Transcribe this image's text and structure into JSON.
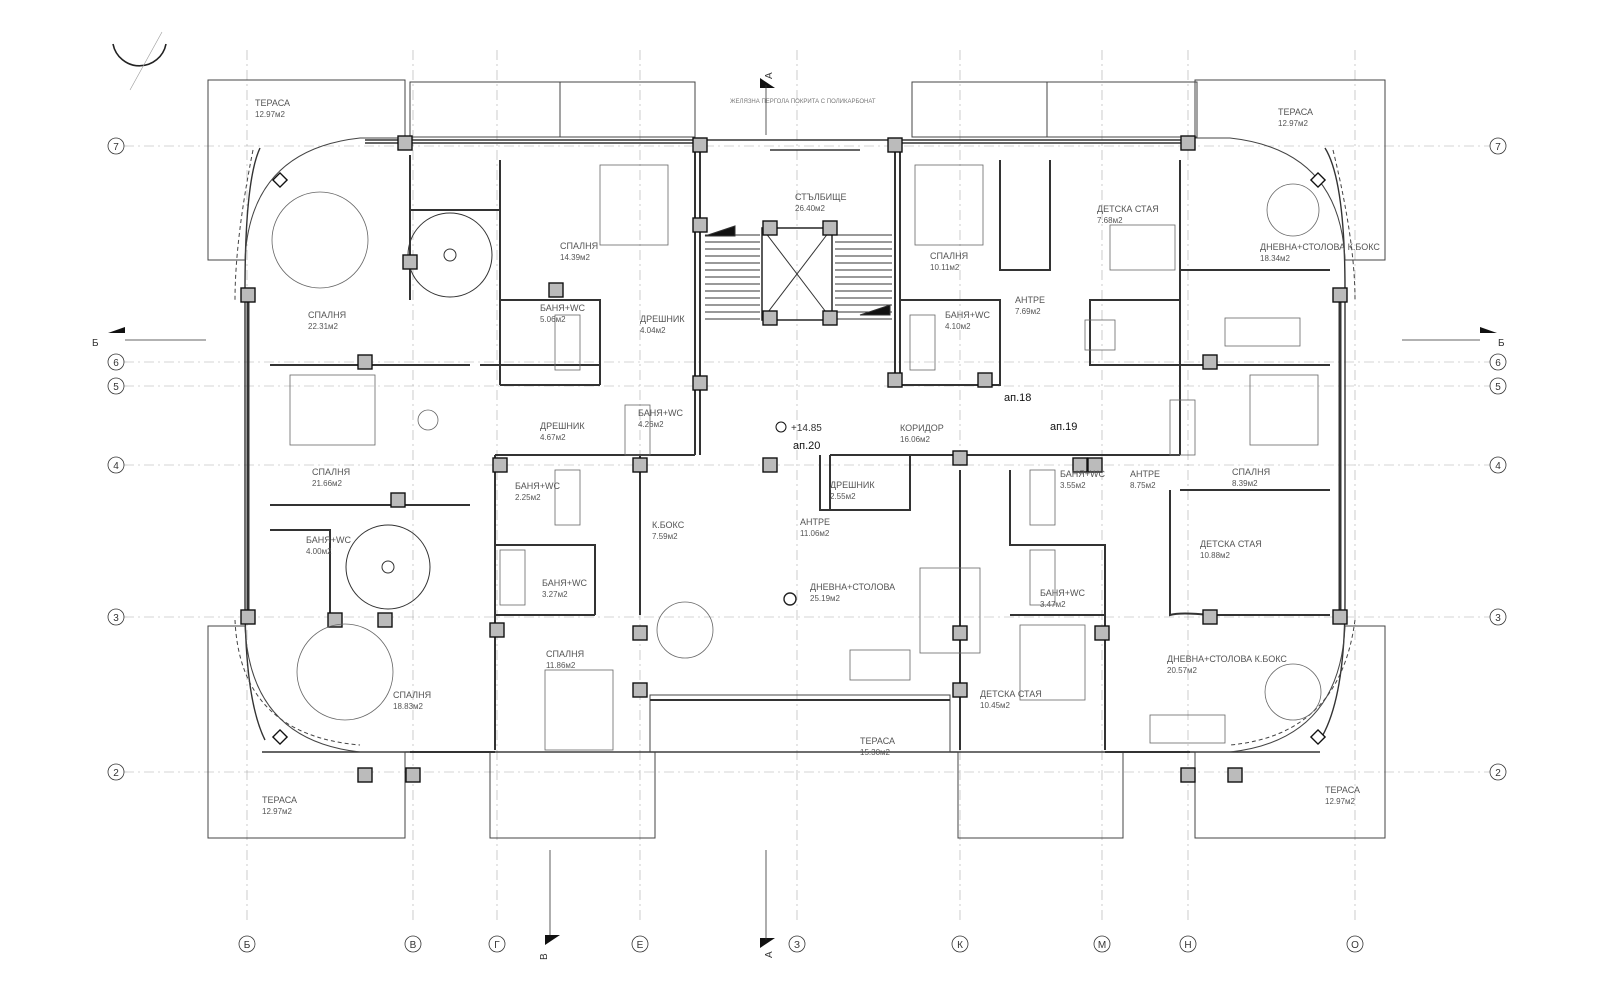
{
  "grid": {
    "columns": [
      "Б",
      "В",
      "Г",
      "Е",
      "З",
      "К",
      "М",
      "Н",
      "О"
    ],
    "rows": [
      "7",
      "6",
      "5",
      "4",
      "3",
      "2"
    ]
  },
  "sections": {
    "a_top": "А",
    "a_bottom": "А",
    "b_left": "Б",
    "b_right": "Б",
    "v_bottom": "В"
  },
  "apartments": [
    "ап.18",
    "ап.19",
    "ап.20"
  ],
  "level": "+14.85",
  "note": "ЖЕЛЯЗНА ПЕРГОЛА ПОКРИТА С ПОЛИКАРБОНАТ",
  "rooms": [
    {
      "name": "ТЕРАСА",
      "area": "12.97м2"
    },
    {
      "name": "СПАЛНЯ",
      "area": "22.31м2"
    },
    {
      "name": "СПАЛНЯ",
      "area": "14.39м2"
    },
    {
      "name": "БАНЯ+WC",
      "area": "5.06м2"
    },
    {
      "name": "ДРЕШНИК",
      "area": "4.04м2"
    },
    {
      "name": "СТЪЛБИЩЕ",
      "area": "26.40м2"
    },
    {
      "name": "СПАЛНЯ",
      "area": "10.11м2"
    },
    {
      "name": "БАНЯ+WC",
      "area": "4.10м2"
    },
    {
      "name": "АНТРЕ",
      "area": "7.69м2"
    },
    {
      "name": "ДЕТСКА СТАЯ",
      "area": "7.68м2"
    },
    {
      "name": "ДНЕВНА+СТОЛОВА К.БОКС",
      "area": "18.34м2"
    },
    {
      "name": "ТЕРАСА",
      "area": "12.97м2"
    },
    {
      "name": "СПАЛНЯ",
      "area": "21.66м2"
    },
    {
      "name": "ДРЕШНИК",
      "area": "4.67м2"
    },
    {
      "name": "БАНЯ+WC",
      "area": "4.26м2"
    },
    {
      "name": "КОРИДОР",
      "area": "16.06м2"
    },
    {
      "name": "ДРЕШНИК",
      "area": "2.55м2"
    },
    {
      "name": "БАНЯ+WC",
      "area": "3.55м2"
    },
    {
      "name": "АНТРЕ",
      "area": "8.75м2"
    },
    {
      "name": "СПАЛНЯ",
      "area": "8.39м2"
    },
    {
      "name": "БАНЯ+WC",
      "area": "2.25м2"
    },
    {
      "name": "К.БОКС",
      "area": "7.59м2"
    },
    {
      "name": "АНТРЕ",
      "area": "11.06м2"
    },
    {
      "name": "ДЕТСКА СТАЯ",
      "area": "10.88м2"
    },
    {
      "name": "БАНЯ+WC",
      "area": "4.00м2"
    },
    {
      "name": "БАНЯ+WC",
      "area": "3.27м2"
    },
    {
      "name": "ДНЕВНА+СТОЛОВА",
      "area": "25.19м2"
    },
    {
      "name": "БАНЯ+WC",
      "area": "3.47м2"
    },
    {
      "name": "СПАЛНЯ",
      "area": "11.86м2"
    },
    {
      "name": "СПАЛНЯ",
      "area": "18.83м2"
    },
    {
      "name": "ДЕТСКА СТАЯ",
      "area": "10.45м2"
    },
    {
      "name": "ДНЕВНА+СТОЛОВА К.БОКС",
      "area": "20.57м2"
    },
    {
      "name": "ТЕРАСА",
      "area": "15.30м2"
    },
    {
      "name": "ТЕРАСА",
      "area": "12.97м2"
    },
    {
      "name": "ТЕРАСА",
      "area": "12.97м2"
    }
  ]
}
